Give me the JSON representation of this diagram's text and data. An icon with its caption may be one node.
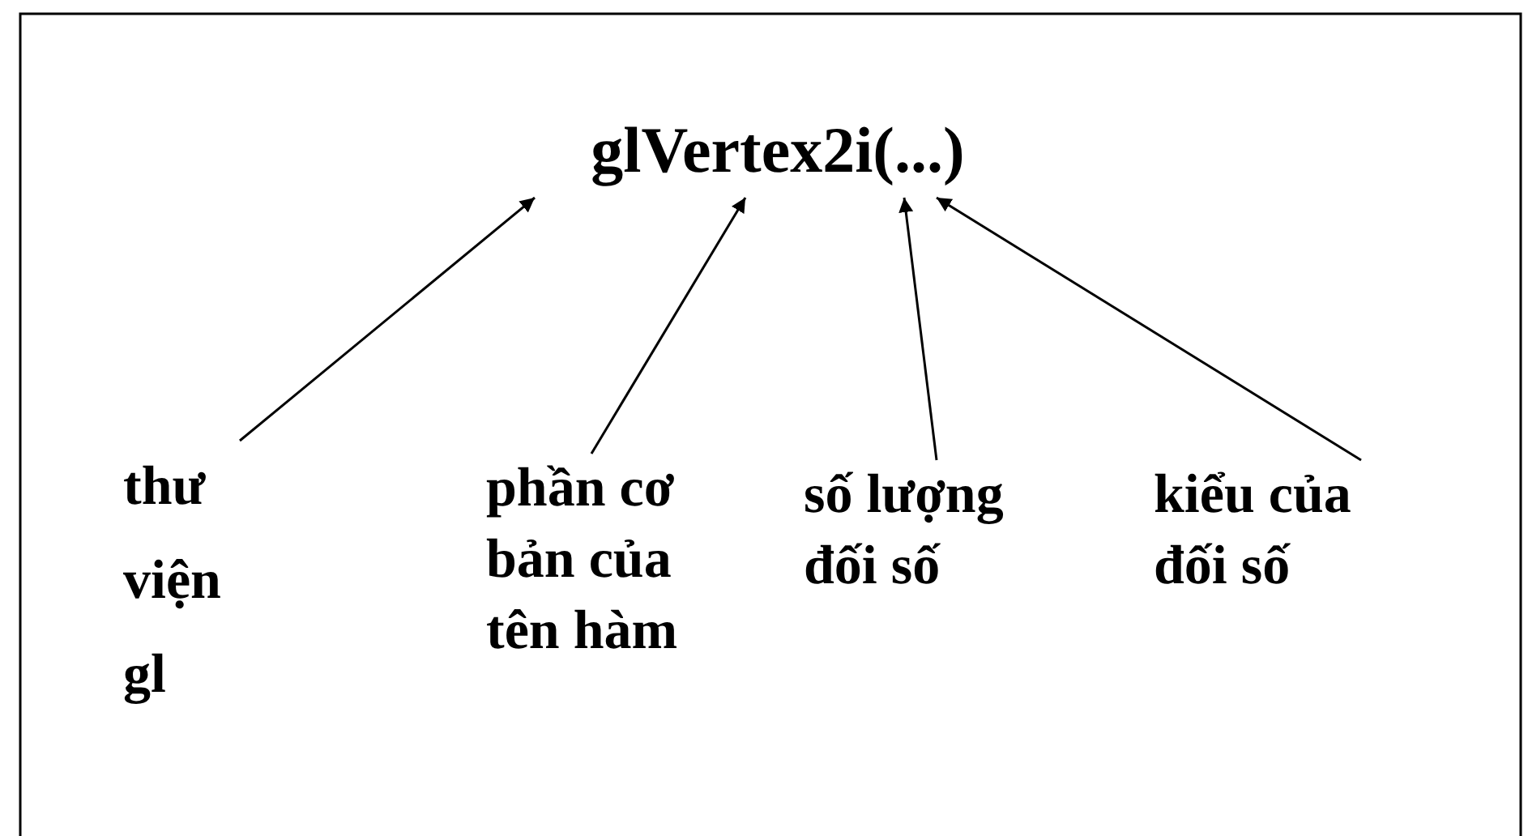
{
  "diagram": {
    "nodes": [
      {
        "text": [
          "glVertex2i(...)"
        ]
      },
      {
        "text": [
          "thư viện gl"
        ]
      },
      {
        "text": [
          "phần cơ bản của tên hàm"
        ]
      },
      {
        "text": [
          "số lượng đối số"
        ]
      },
      {
        "text": [
          "kiểu của đối số"
        ]
      }
    ],
    "edges": [
      {
        "from": 1,
        "to": 0,
        "arrow": "to"
      },
      {
        "from": 2,
        "to": 0,
        "arrow": "to"
      },
      {
        "from": 3,
        "to": 0,
        "arrow": "to"
      },
      {
        "from": 4,
        "to": 0,
        "arrow": "to"
      }
    ]
  }
}
